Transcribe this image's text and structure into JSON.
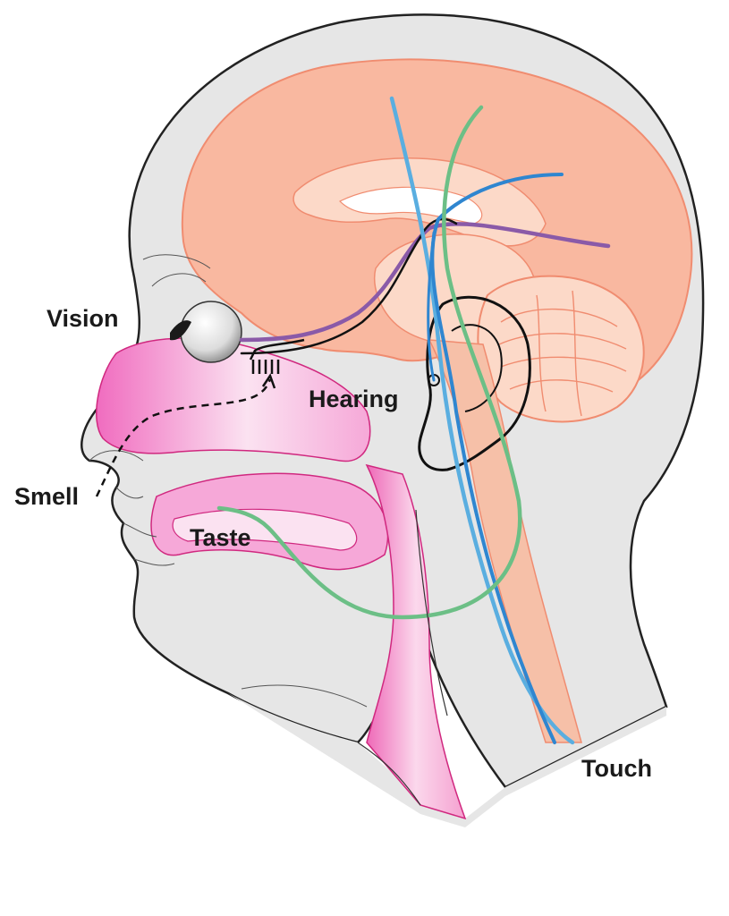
{
  "labels": {
    "vision": "Vision",
    "hearing": "Hearing",
    "smell": "Smell",
    "taste": "Taste",
    "touch": "Touch"
  },
  "colors": {
    "head": "#e6e6e6",
    "brain": "#f9b8a0",
    "brain_fold": "#fcd9c8",
    "brain_stem": "#f6c0a8",
    "nasal_mouth": "#f09ad0",
    "nasal_mouth_light": "#fbe2f1",
    "outline": "#222222",
    "vision_pathway": "#8a5aa8",
    "touch_pathway": "#5aaee0",
    "touch_pathway_dark": "#2f86d0",
    "taste_pathway": "#6cbf86",
    "eye": "#f2f2f2"
  },
  "icons": {
    "eye": "eye-icon",
    "ear": "ear-icon",
    "olfactory_bulb": "olfactory-receptors-icon"
  }
}
